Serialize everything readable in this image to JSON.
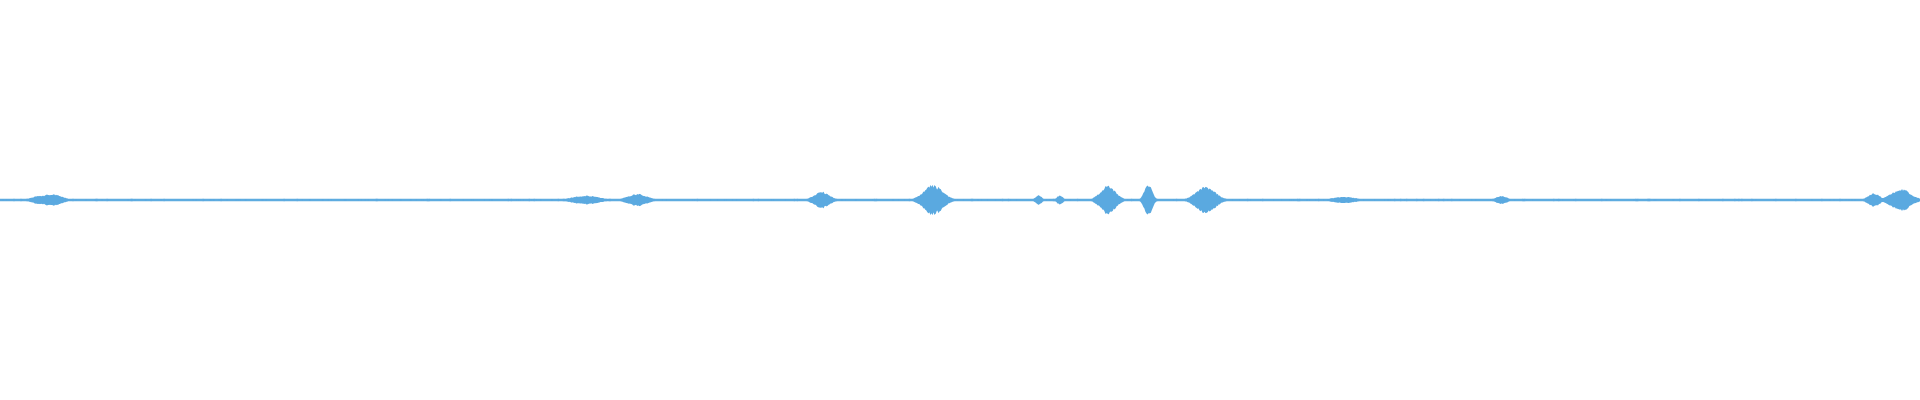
{
  "waveform": {
    "color": "#5aa9e0",
    "background": "#ffffff",
    "baseline_amplitude": 0.05,
    "bursts": [
      {
        "position": 0.022,
        "width": 0.01,
        "amplitude": 0.3
      },
      {
        "position": 0.027,
        "width": 0.01,
        "amplitude": 0.4
      },
      {
        "position": 0.305,
        "width": 0.014,
        "amplitude": 0.28
      },
      {
        "position": 0.332,
        "width": 0.01,
        "amplitude": 0.4
      },
      {
        "position": 0.428,
        "width": 0.008,
        "amplitude": 0.55
      },
      {
        "position": 0.486,
        "width": 0.01,
        "amplitude": 1.0
      },
      {
        "position": 0.541,
        "width": 0.003,
        "amplitude": 0.35
      },
      {
        "position": 0.552,
        "width": 0.003,
        "amplitude": 0.3
      },
      {
        "position": 0.577,
        "width": 0.008,
        "amplitude": 0.95
      },
      {
        "position": 0.598,
        "width": 0.004,
        "amplitude": 1.1
      },
      {
        "position": 0.628,
        "width": 0.01,
        "amplitude": 0.9
      },
      {
        "position": 0.7,
        "width": 0.012,
        "amplitude": 0.2
      },
      {
        "position": 0.782,
        "width": 0.006,
        "amplitude": 0.25
      },
      {
        "position": 0.976,
        "width": 0.006,
        "amplitude": 0.45
      },
      {
        "position": 0.99,
        "width": 0.01,
        "amplitude": 0.75
      }
    ]
  }
}
